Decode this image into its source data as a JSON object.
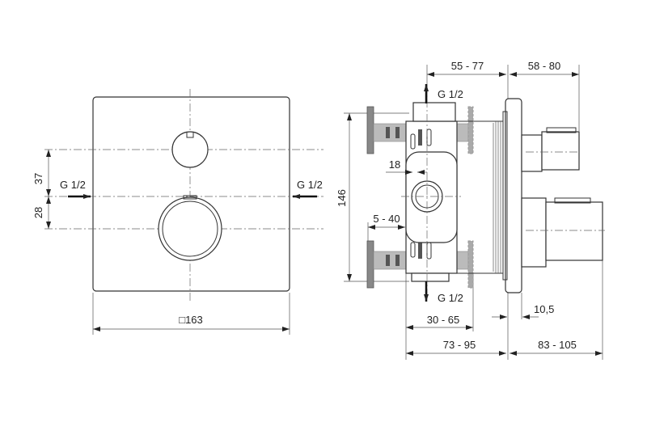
{
  "front_view": {
    "dim_upper": "37",
    "dim_lower": "28",
    "inlet_left": "G 1/2",
    "inlet_right": "G 1/2",
    "width": "□163"
  },
  "side_view": {
    "dim_depth_a": "55 - 77",
    "dim_depth_b": "58 - 80",
    "outlet_top": "G 1/2",
    "outlet_bottom": "G 1/2",
    "dim_18": "18",
    "dim_5_40": "5 - 40",
    "dim_height": "146",
    "dim_10_5": "10,5",
    "dim_30_65": "30 - 65",
    "dim_73_95": "73 - 95",
    "dim_83_105": "83 - 105"
  }
}
